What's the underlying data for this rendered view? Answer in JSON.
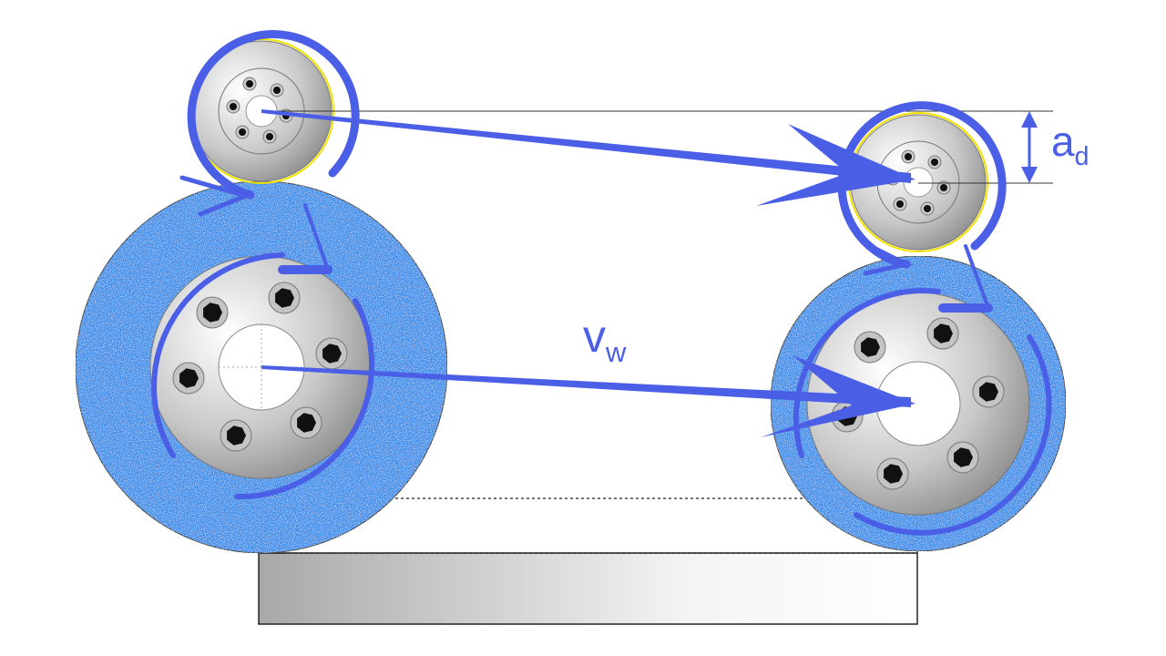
{
  "labels": {
    "ad_main": "a",
    "ad_sub": "d",
    "vw_main": "v",
    "vw_sub": "w"
  },
  "colors": {
    "arrow": "#4a5fe6",
    "wheel_blue": "#3f90ea",
    "hub_gray": "#b8b8b8"
  }
}
